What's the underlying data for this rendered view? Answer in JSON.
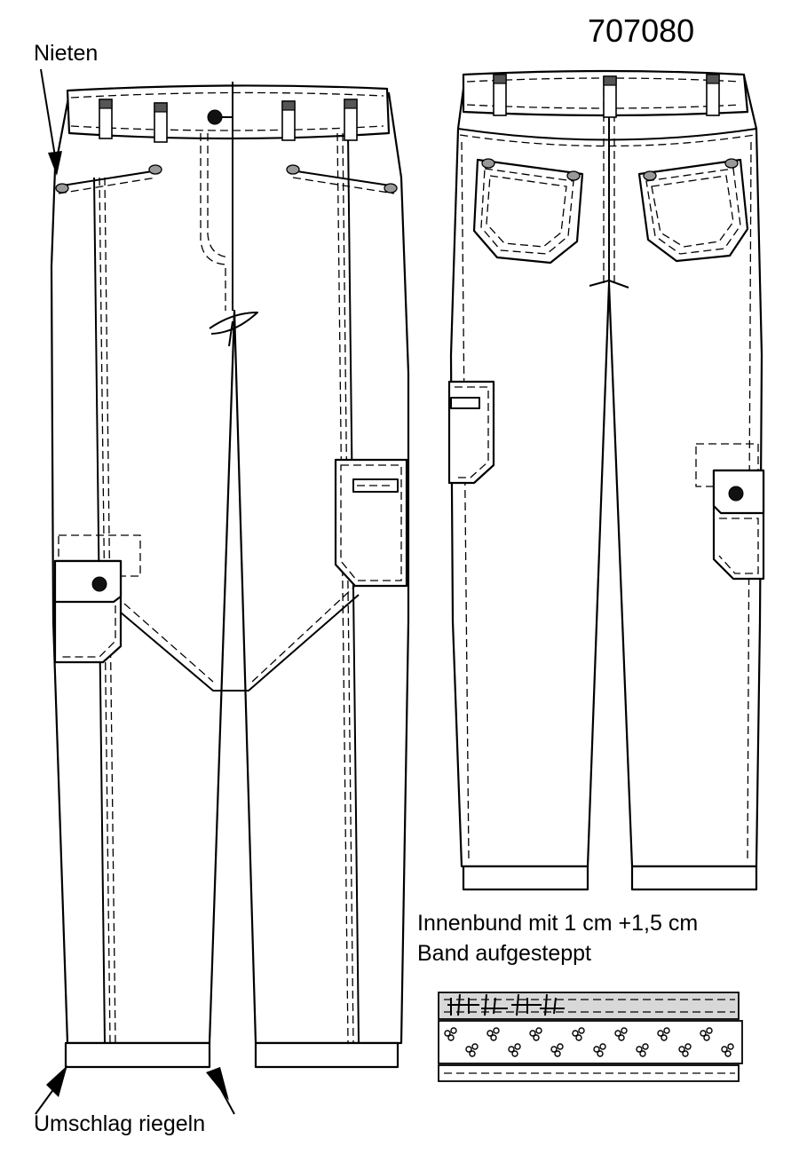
{
  "article_number": "707080",
  "labels": {
    "rivets": "Nieten",
    "hem_tack": "Umschlag riegeln",
    "waistband_note_line1": "Innenbund mit 1 cm +1,5 cm",
    "waistband_note_line2": "Band aufgesteppt"
  },
  "views": [
    "front-view",
    "back-view",
    "waistband-tape-detail"
  ]
}
